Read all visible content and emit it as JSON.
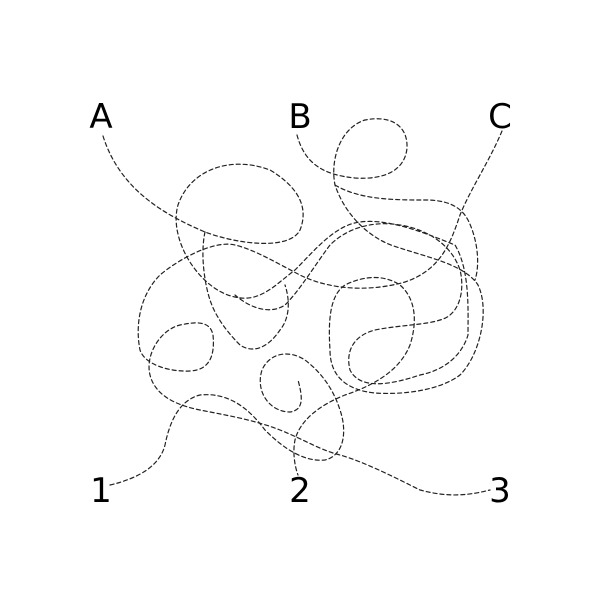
{
  "puzzle": {
    "type": "tangled-lines-maze",
    "line_style": "dashed",
    "line_color": "#222222",
    "background_color": "#ffffff",
    "start_labels": [
      "A",
      "B",
      "C"
    ],
    "end_labels": [
      "1",
      "2",
      "3"
    ]
  }
}
